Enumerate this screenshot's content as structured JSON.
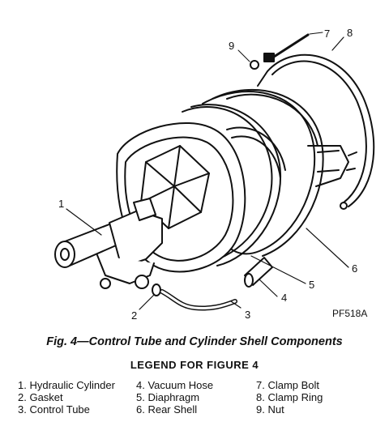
{
  "figure": {
    "code": "PF518A",
    "caption": "Fig. 4—Control Tube and Cylinder Shell Components",
    "legend_title": "LEGEND FOR FIGURE 4",
    "callouts": [
      "1",
      "2",
      "3",
      "4",
      "5",
      "6",
      "7",
      "8",
      "9"
    ],
    "legend": {
      "col1": [
        "1. Hydraulic Cylinder",
        "2. Gasket",
        "3. Control Tube"
      ],
      "col2": [
        "4. Vacuum Hose",
        "5. Diaphragm",
        "6. Rear Shell"
      ],
      "col3": [
        "7. Clamp Bolt",
        "8. Clamp Ring",
        "9. Nut"
      ]
    }
  }
}
